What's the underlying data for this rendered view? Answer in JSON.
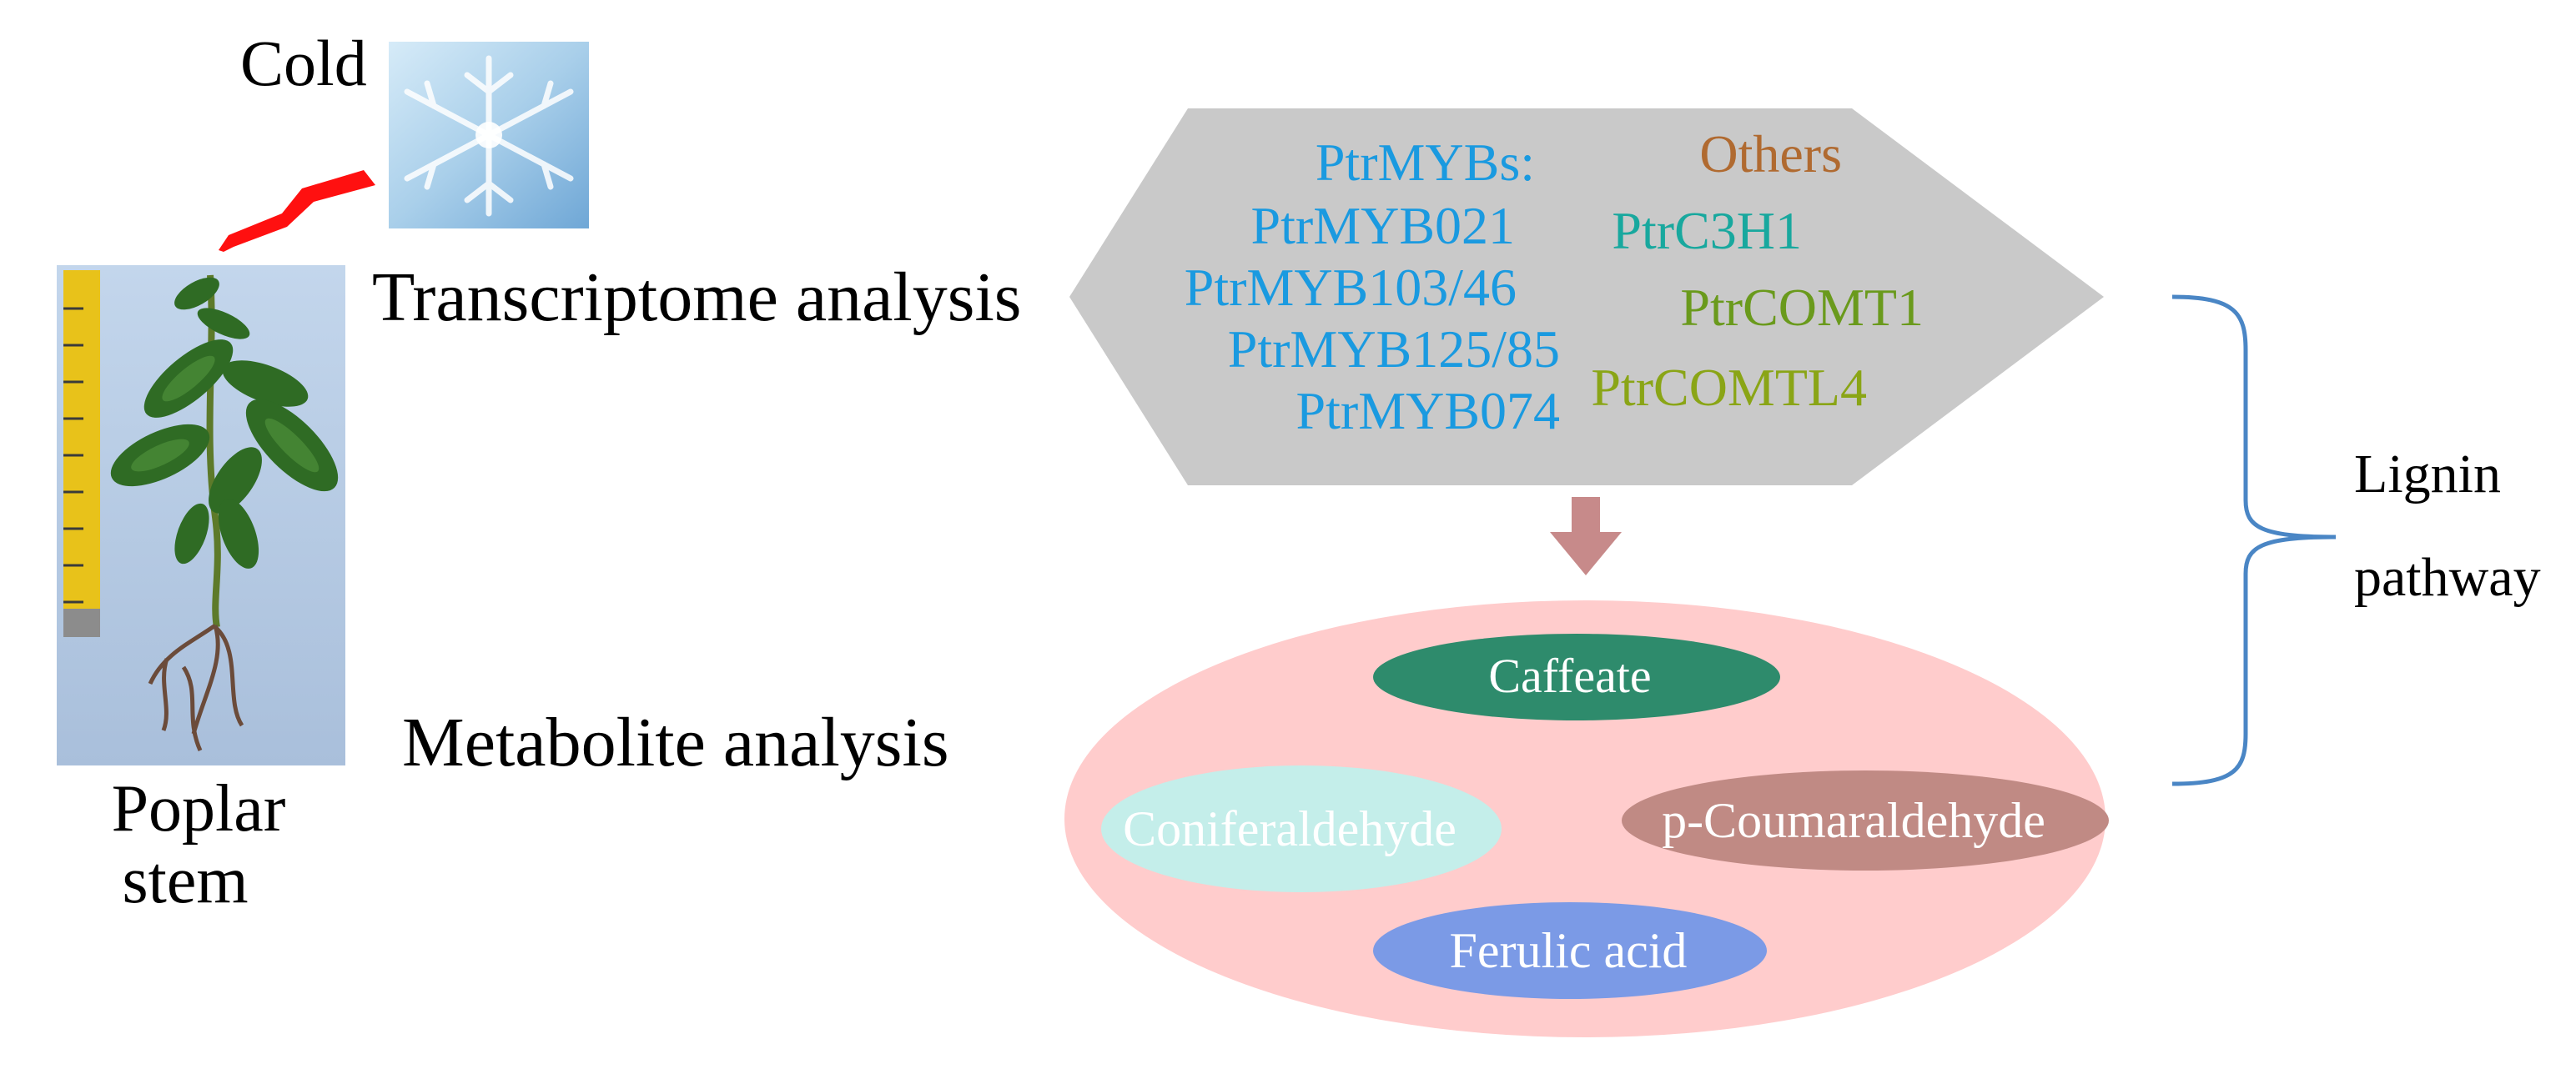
{
  "labels": {
    "cold": "Cold",
    "poplar_line1": "Poplar",
    "poplar_line2": "stem",
    "transcriptome": "Transcriptome analysis",
    "metabolite": "Metabolite analysis",
    "lignin_line1": "Lignin",
    "lignin_line2": "pathway"
  },
  "genes": {
    "mybs_heading": "PtrMYBs:",
    "others_heading": "Others",
    "myb_list": [
      "PtrMYB021",
      "PtrMYB103/46",
      "PtrMYB125/85",
      "PtrMYB074"
    ],
    "other_list": [
      "PtrC3H1",
      "PtrCOMT1",
      "PtrCOMTL4"
    ]
  },
  "metabolites": {
    "caffeate": "Caffeate",
    "coniferaldehyde": "Coniferaldehyde",
    "p_coumaraldehyde": "p-Coumaraldehyde",
    "ferulic_acid": "Ferulic acid"
  },
  "icons": {
    "cold": "snowflake-frost-photo",
    "stress": "lightning-bolt-icon",
    "plant": "poplar-stem-photo",
    "arrow": "down-arrow-icon",
    "bracket": "right-curly-bracket"
  },
  "colors": {
    "myb_text": "#1a9ae0",
    "others_heading": "#b06a30",
    "c3h1_text": "#18a89e",
    "comt_text": "#6a9a1c",
    "comtl4_text": "#8aa516",
    "hexagon_fill": "#c9c9c9",
    "ellipse_fill": "#ffcccc",
    "caffeate_fill": "#2e8b6c",
    "coniferaldehyde_fill": "#c4eeea",
    "p_coumaraldehyde_fill": "#c08a84",
    "ferulic_fill": "#7b9ae6",
    "arrow_fill": "#c78a8a",
    "bracket_stroke": "#4a86c5",
    "bolt_fill": "#ff1010"
  }
}
